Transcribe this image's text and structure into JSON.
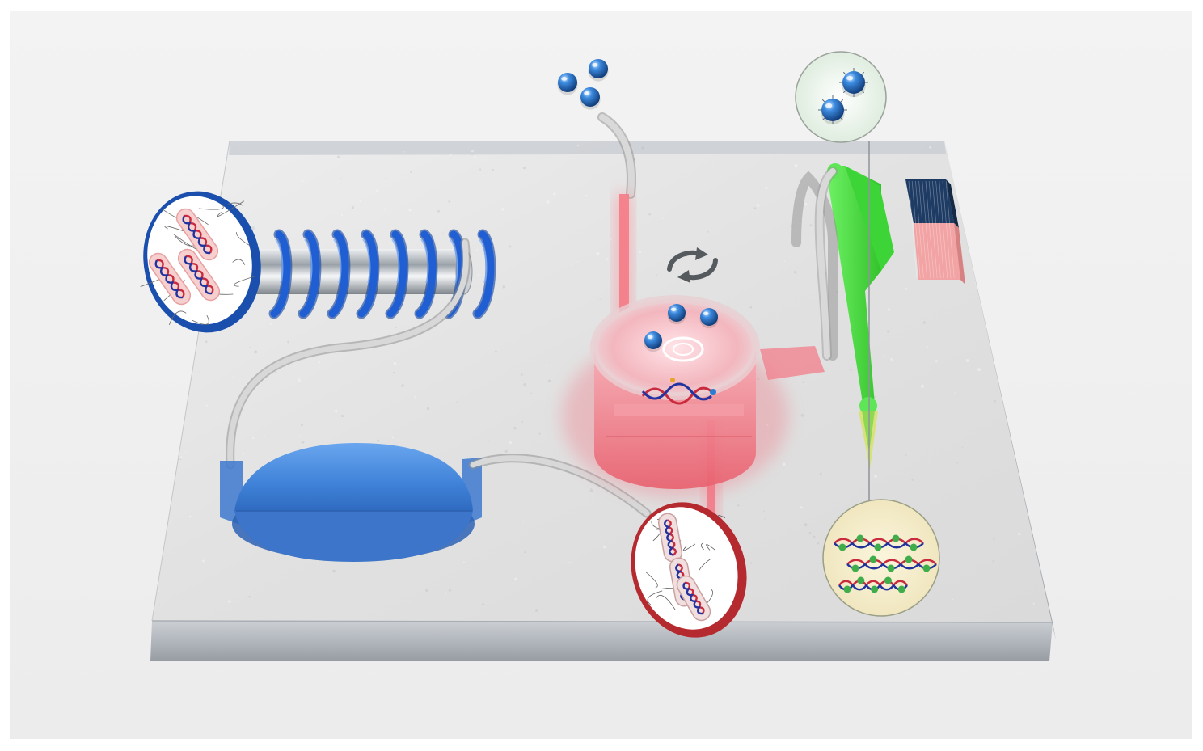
{
  "diagram": {
    "title": "",
    "caption": "",
    "labels": [],
    "components": [
      {
        "id": "chip",
        "icon": "glass-chip"
      },
      {
        "id": "heating-coil",
        "icon": "coil-icon",
        "turns": 8
      },
      {
        "id": "reservoir",
        "icon": "blue-reservoir"
      },
      {
        "id": "mixing-chamber",
        "icon": "rotating-chamber"
      },
      {
        "id": "bead-inlet",
        "icon": "beads-icon",
        "bead_count": 3
      },
      {
        "id": "magnet",
        "icon": "bar-magnet"
      },
      {
        "id": "green-channel",
        "icon": "green-channel"
      }
    ],
    "insets": [
      {
        "id": "inset-blue",
        "theme": "bacteria-with-dna"
      },
      {
        "id": "inset-red",
        "theme": "lysed-bacteria"
      },
      {
        "id": "inset-beads",
        "theme": "magnetic-beads"
      },
      {
        "id": "inset-dna",
        "theme": "captured-dna"
      }
    ],
    "colors": {
      "background": "#f1f1f1",
      "chip_top": "#e6e6e6",
      "chip_edge": "#a4a8ae",
      "coil_blue": "#1f5fd3",
      "reservoir_blue": "#4d8fe0",
      "chamber_red": "#f07a85",
      "channel_green": "#54e04a",
      "bead_blue": "#2f7bd1",
      "magnet_blue": "#1d3c63",
      "magnet_red": "#f09a9a",
      "tube_gray": "#c9c9c9"
    }
  }
}
